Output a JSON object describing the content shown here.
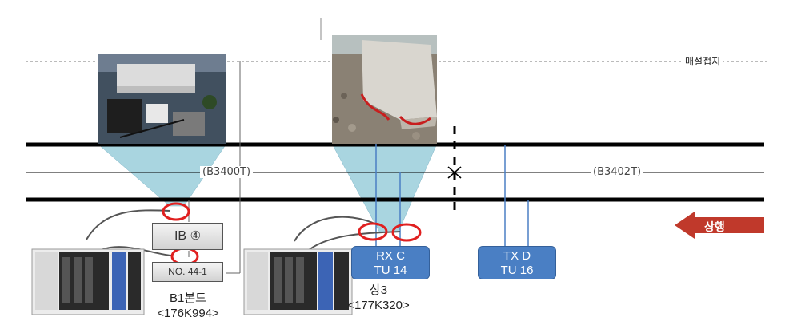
{
  "ground_wire_label": "매설접지",
  "track_circuits": {
    "left": "(B3400T)",
    "right": "(B3402T)"
  },
  "direction_arrow": {
    "label": "상행",
    "color": "#c0392b"
  },
  "ib_box": {
    "label": "IB",
    "circle_number": "④"
  },
  "number_plate": "NO. 44-1",
  "bond_b1": {
    "name": "B1본드",
    "location": "<176K994>"
  },
  "tu_rx": {
    "line1": "RX C",
    "line2": "TU 14"
  },
  "tu_tx": {
    "line1": "TX D",
    "line2": "TU 16"
  },
  "tuning_unit_3": {
    "name": "상3",
    "location": "<177K320>"
  },
  "colors": {
    "blue_box": "#4a7fc4",
    "callout": "#a9d5e0",
    "highlight_ring": "#e02020",
    "rail": "#000000"
  },
  "icons": [
    "photo-trackside-equipment",
    "photo-tuning-unit",
    "photo-rack-equipment",
    "red-highlight-circle",
    "direction-arrow"
  ]
}
